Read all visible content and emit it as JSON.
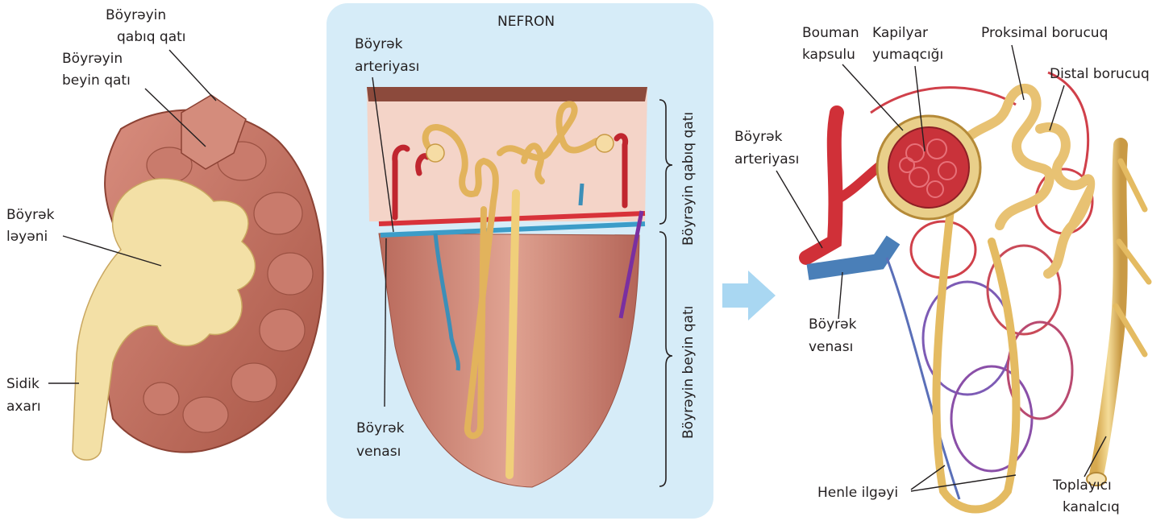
{
  "kidney": {
    "cortex_label": [
      "Böyrəyin",
      "qabıq qatı"
    ],
    "medulla_label": [
      "Böyrəyin",
      "beyin qatı"
    ],
    "pelvis_label": [
      "Böyrək",
      "ləyəni"
    ],
    "ureter_label": [
      "Sidik",
      "axarı"
    ]
  },
  "nephron_panel": {
    "title": "NEFRON",
    "artery_label": [
      "Böyrək",
      "arteriyası"
    ],
    "vein_label": [
      "Böyrək",
      "venası"
    ],
    "cortex_bracket_label": "Böyrəyin qabıq qatı",
    "medulla_bracket_label": "Böyrəyin beyin qatı"
  },
  "nephron_detail": {
    "bowman_label": [
      "Bouman",
      "kapsulu"
    ],
    "glomerulus_label": [
      "Kapilyar",
      "yumaqcığı"
    ],
    "proximal_label": "Proksimal borucuq",
    "distal_label": "Distal borucuq",
    "artery_label": [
      "Böyrək",
      "arteriyası"
    ],
    "vein_label": [
      "Böyrək",
      "venası"
    ],
    "henle_label": "Henle ilgəyi",
    "collecting_label": [
      "Toplayıcı",
      "kanalcıq"
    ]
  },
  "colors": {
    "panel_bg": "#d6ecf8",
    "artery": "#d8323a",
    "vein": "#3c7fb8",
    "tubule": "#ecc979",
    "kidney_tissue": "#c67a6e",
    "pelvis": "#f3e0a6",
    "arrow": "#a9d7f2"
  }
}
